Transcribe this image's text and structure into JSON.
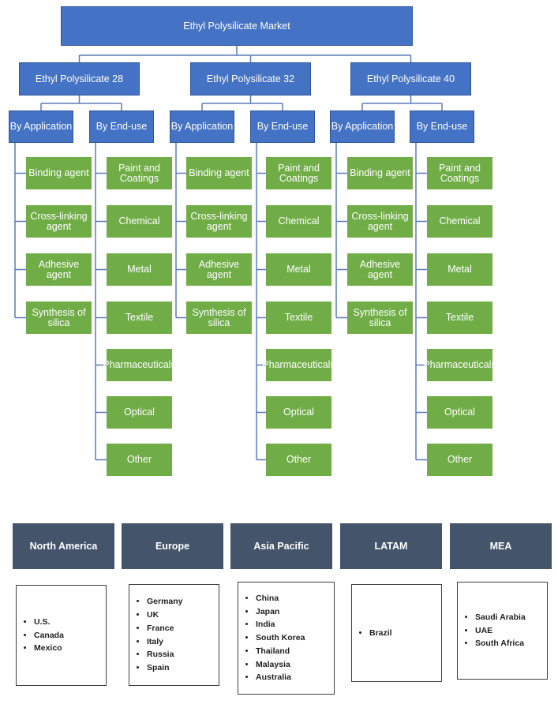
{
  "root": "Ethyl Polysilicate Market",
  "products": [
    {
      "label": "Ethyl Polysilicate 28",
      "application_label": "By Application",
      "enduse_label": "By End-use",
      "applications": [
        "Binding agent",
        "Cross-linking agent",
        "Adhesive agent",
        "Synthesis of silica"
      ],
      "enduses": [
        "Paint and Coatings",
        "Chemical",
        "Metal",
        "Textile",
        "Pharmaceuticals",
        "Optical",
        "Other"
      ]
    },
    {
      "label": "Ethyl Polysilicate 32",
      "application_label": "By Application",
      "enduse_label": "By End-use",
      "applications": [
        "Binding agent",
        "Cross-linking agent",
        "Adhesive agent",
        "Synthesis of silica"
      ],
      "enduses": [
        "Paint and Coatings",
        "Chemical",
        "Metal",
        "Textile",
        "Pharmaceuticals",
        "Optical",
        "Other"
      ]
    },
    {
      "label": "Ethyl Polysilicate  40",
      "application_label": "By Application",
      "enduse_label": "By End-use",
      "applications": [
        "Binding agent",
        "Cross-linking agent",
        "Adhesive agent",
        "Synthesis of silica"
      ],
      "enduses": [
        "Paint and Coatings",
        "Chemical",
        "Metal",
        "Textile",
        "Pharmaceuticals",
        "Optical",
        "Other"
      ]
    }
  ],
  "regions": [
    {
      "name": "North America",
      "countries": [
        "U.S.",
        "Canada",
        "Mexico"
      ]
    },
    {
      "name": "Europe",
      "countries": [
        "Germany",
        "UK",
        "France",
        "Italy",
        "Russia",
        "Spain"
      ]
    },
    {
      "name": "Asia Pacific",
      "countries": [
        "China",
        "Japan",
        "India",
        "South Korea",
        "Thailand",
        "Malaysia",
        "Australia"
      ]
    },
    {
      "name": "LATAM",
      "countries": [
        "Brazil"
      ]
    },
    {
      "name": "MEA",
      "countries": [
        "Saudi Arabia",
        "UAE",
        "South Africa"
      ]
    }
  ],
  "colors": {
    "node_blue": "#4472c4",
    "node_green": "#70ad47",
    "region_header": "#44546a",
    "connector": "#5b7bb8"
  }
}
